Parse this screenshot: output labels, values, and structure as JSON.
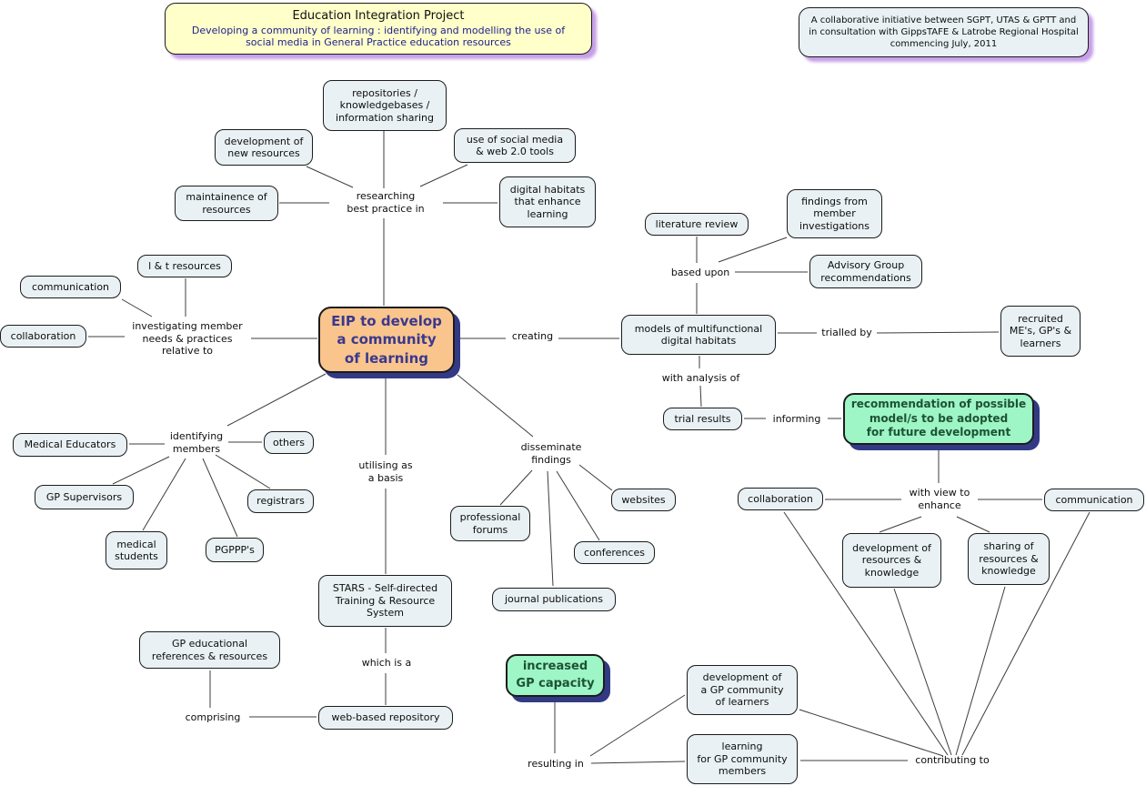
{
  "header": {
    "title_box": {
      "title": "Education Integration Project",
      "subtitle": "Developing a community of learning : identifying and modelling the use of\nsocial media in General Practice education resources"
    },
    "info_box": {
      "text": "A collaborative initiative between SGPT, UTAS & GPTT and\nin consultation with GippsTAFE  & Latrobe Regional Hospital\ncommencing July, 2011"
    }
  },
  "center": {
    "eip": "EIP to develop\na community\nof learning"
  },
  "highlight_nodes": {
    "recommendation": "recommendation of possible\nmodel/s to be adopted\nfor future development",
    "increased_gp": "increased\nGP capacity"
  },
  "nodes": {
    "repositories": "repositories /\nknowledgebases /\ninformation sharing",
    "dev_new_resources": "development of\nnew resources",
    "social_media": "use of social media\n& web 2.0 tools",
    "maintainence": "maintainence of\nresources",
    "digital_habitats": "digital habitats\nthat enhance\nlearning",
    "lt_resources": "l & t resources",
    "communication_left": "communication",
    "collaboration_left": "collaboration",
    "medical_educators": "Medical Educators",
    "others": "others",
    "gp_supervisors": "GP Supervisors",
    "registrars": "registrars",
    "medical_students": "medical\nstudents",
    "pgppp": "PGPPP's",
    "stars": "STARS - Self-directed\nTraining & Resource\nSystem",
    "gp_edu": "GP educational\nreferences & resources",
    "web_repo": "web-based repository",
    "literature": "literature review",
    "findings": "findings from\nmember\ninvestigations",
    "advisory": "Advisory Group\nrecommendations",
    "models": "models of multifunctional\ndigital habitats",
    "recruited": "recruited\nME's, GP's &\nlearners",
    "trial_results": "trial results",
    "websites": "websites",
    "prof_forums": "professional\nforums",
    "conferences": "conferences",
    "journal_pubs": "journal publications",
    "collaboration_right": "collaboration",
    "communication_right": "communication",
    "dev_resources": "development of\nresources &\nknowledge",
    "sharing_resources": "sharing of\nresources &\nknowledge",
    "dev_gp_community": "development  of\na GP community\nof learners",
    "learning_gp": "learning\nfor GP community\nmembers"
  },
  "link_labels": {
    "researching": "researching\nbest practice in",
    "investigating": "investigating member\nneeds & practices\nrelative to",
    "identifying": "identifying\nmembers",
    "utilising": "utilising as\na basis",
    "which_is_a": "which is a",
    "comprising": "comprising",
    "creating": "creating",
    "based_upon": "based upon",
    "trialled_by": "trialled by",
    "with_analysis": "with analysis of",
    "informing": "informing",
    "with_view": "with view to\nenhance",
    "disseminate": "disseminate\nfindings",
    "resulting_in": "resulting in",
    "contributing": "contributing to"
  },
  "colors": {
    "node_fill": "#e9f1f4",
    "center_fill": "#fac48d",
    "highlight_fill": "#9ef5c6",
    "title_fill": "#ffffc9",
    "shadow_navy": "#333a85",
    "shadow_purple": "#c79fe8",
    "center_text": "#39398e",
    "highlight_text": "#1d5234",
    "edge_stroke": "#3c3c3c"
  }
}
